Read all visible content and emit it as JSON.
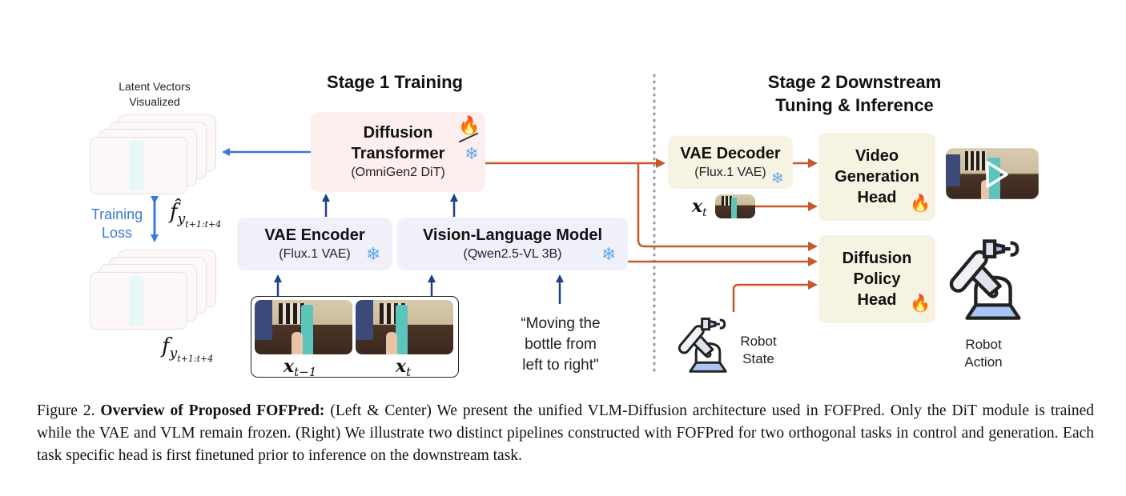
{
  "stage1": {
    "title": "Stage 1 Training"
  },
  "stage2": {
    "title_line1": "Stage 2 Downstream",
    "title_line2": "Tuning & Inference"
  },
  "latent": {
    "label_line1": "Latent Vectors",
    "label_line2": "Visualized"
  },
  "loss": {
    "label_line1": "Training",
    "label_line2": "Loss",
    "pred_symbol": "f̂",
    "pred_sub": "y",
    "pred_subsub": "t+1:t+4",
    "gt_symbol": "f",
    "gt_sub": "y",
    "gt_subsub": "t+1:t+4"
  },
  "dit": {
    "title_line1": "Diffusion",
    "title_line2": "Transformer",
    "subtitle": "(OmniGen2 DiT)",
    "status": "trainable/frozen"
  },
  "vae_encoder": {
    "title": "VAE Encoder",
    "subtitle": "(Flux.1 VAE)",
    "status": "frozen"
  },
  "vlm": {
    "title": "Vision-Language Model",
    "subtitle": "(Qwen2.5-VL 3B)",
    "status": "frozen"
  },
  "frames": {
    "prev_label": "x",
    "prev_sub": "t−1",
    "cur_label": "x",
    "cur_sub": "t"
  },
  "prompt": {
    "line1": "“Moving the",
    "line2": "bottle from",
    "line3": "left to right\""
  },
  "vae_decoder": {
    "title": "VAE Decoder",
    "subtitle": "(Flux.1 VAE)",
    "status": "frozen"
  },
  "xt_input": {
    "label": "x",
    "sub": "t"
  },
  "video_head": {
    "line1": "Video",
    "line2": "Generation",
    "line3": "Head",
    "status": "trainable"
  },
  "policy_head": {
    "line1": "Diffusion",
    "line2": "Policy",
    "line3": "Head",
    "status": "trainable"
  },
  "robot_state": {
    "line1": "Robot",
    "line2": "State"
  },
  "robot_action": {
    "line1": "Robot",
    "line2": "Action"
  },
  "icons": {
    "trainable": "fire-icon",
    "frozen": "snowflake-icon",
    "play": "play-icon",
    "robot": "robot-arm-icon"
  },
  "colors": {
    "blue_arrow": "#3a78dc",
    "navy_arrow": "#1d4287",
    "orange_arrow": "#c8582a",
    "dit_bg": "#fcefed",
    "frozen_bg": "#f0f0fb",
    "head_bg": "#f7f3e3",
    "loss_text": "#3a78dc"
  },
  "caption": {
    "figure_label": "Figure 2.",
    "bold_title": "Overview of Proposed FOFPred:",
    "body": "(Left & Center) We present the unified VLM-Diffusion architecture used in FOFPred. Only the DiT module is trained while the VAE and VLM remain frozen. (Right) We illustrate two distinct pipelines constructed with FOFPred for two orthogonal tasks in control and generation. Each task specific head is first finetuned prior to inference on the downstream task."
  }
}
